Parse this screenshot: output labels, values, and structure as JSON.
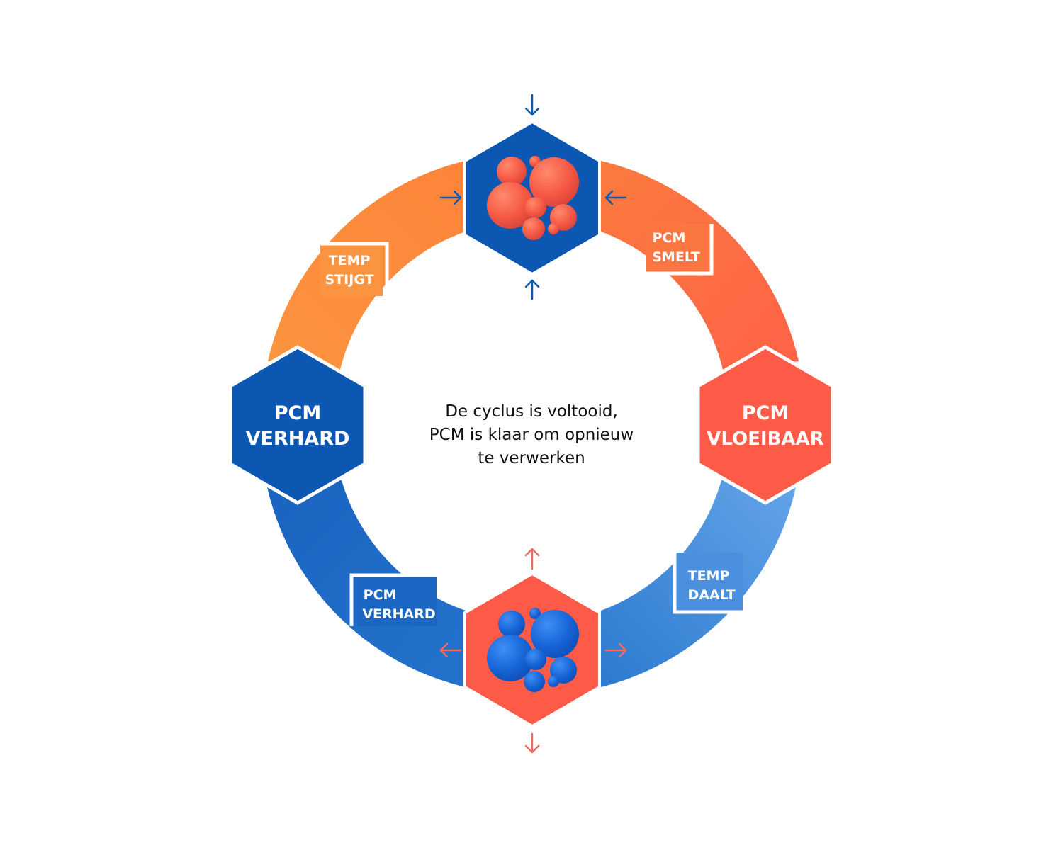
{
  "center_text": {
    "line1": "De cyclus is voltooid,",
    "line2": "PCM is klaar om opnieuw",
    "line3": "te verwerken"
  },
  "stages": {
    "left_hex": {
      "line1": "PCM",
      "line2": "VERHARD"
    },
    "right_hex": {
      "line1": "PCM",
      "line2": "VLOEIBAAR"
    }
  },
  "steps": {
    "temp_stijgt": {
      "line1": "TEMP",
      "line2": "STIJGT"
    },
    "pcm_smelt": {
      "line1": "PCM",
      "line2": "SMELT"
    },
    "temp_daalt": {
      "line1": "TEMP",
      "line2": "DAALT"
    },
    "pcm_verhard": {
      "line1": "PCM",
      "line2": "VERHARD"
    }
  },
  "icons": {
    "top_hex": "melting-pcm-molecules-icon",
    "bottom_hex": "solidifying-pcm-molecules-icon",
    "arrows": "arrow-icon"
  },
  "colors": {
    "orange": "#fb8a3c",
    "orange_red": "#fc6b45",
    "red": "#fd5a47",
    "blue_dark": "#0c57b1",
    "blue_mid": "#1c6bc6",
    "blue_light": "#5ba0e6",
    "white": "#ffffff",
    "text": "#111111"
  }
}
